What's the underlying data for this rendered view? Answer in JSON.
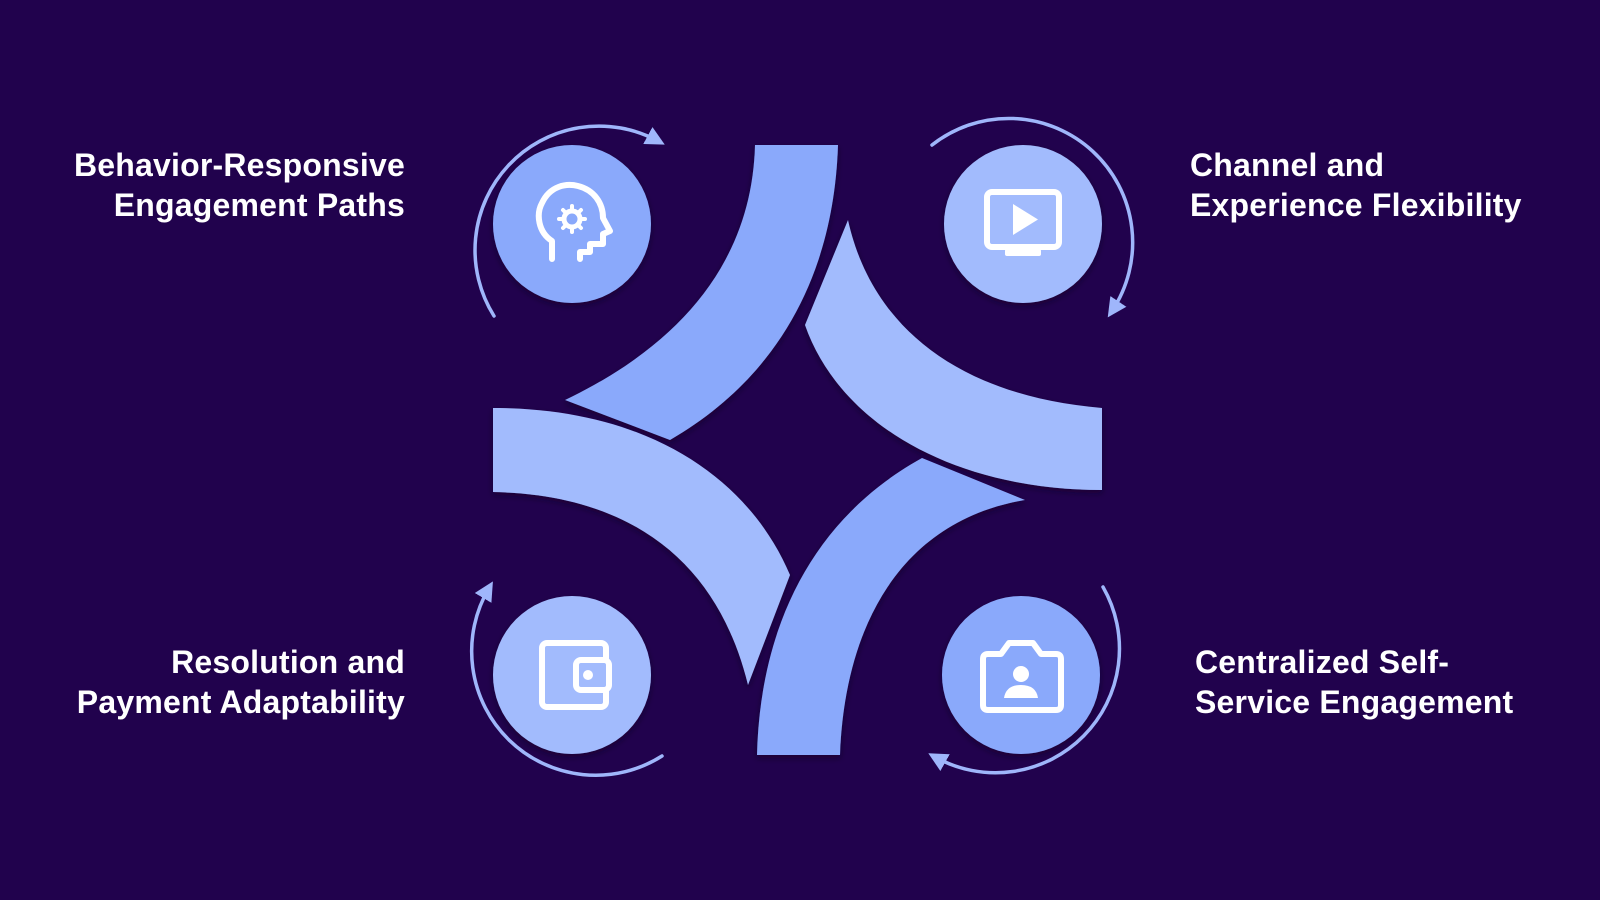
{
  "colors": {
    "background": "#21024d",
    "petal_dark": "#8aa9fb",
    "petal_light": "#a2bbfd",
    "circle_dark": "#8aa9fb",
    "circle_light": "#a2bbfd",
    "arrow": "#9fb6fb",
    "icon": "#ffffff"
  },
  "items": [
    {
      "position": "top-left",
      "lines": [
        "Behavior-Responsive",
        "Engagement Paths"
      ],
      "icon": "head-gear-icon"
    },
    {
      "position": "top-right",
      "lines": [
        "Channel and",
        "Experience Flexibility"
      ],
      "icon": "video-monitor-icon"
    },
    {
      "position": "bottom-left",
      "lines": [
        "Resolution and",
        "Payment Adaptability"
      ],
      "icon": "wallet-icon"
    },
    {
      "position": "bottom-right",
      "lines": [
        "Centralized Self-",
        "Service Engagement"
      ],
      "icon": "camera-user-icon"
    }
  ]
}
